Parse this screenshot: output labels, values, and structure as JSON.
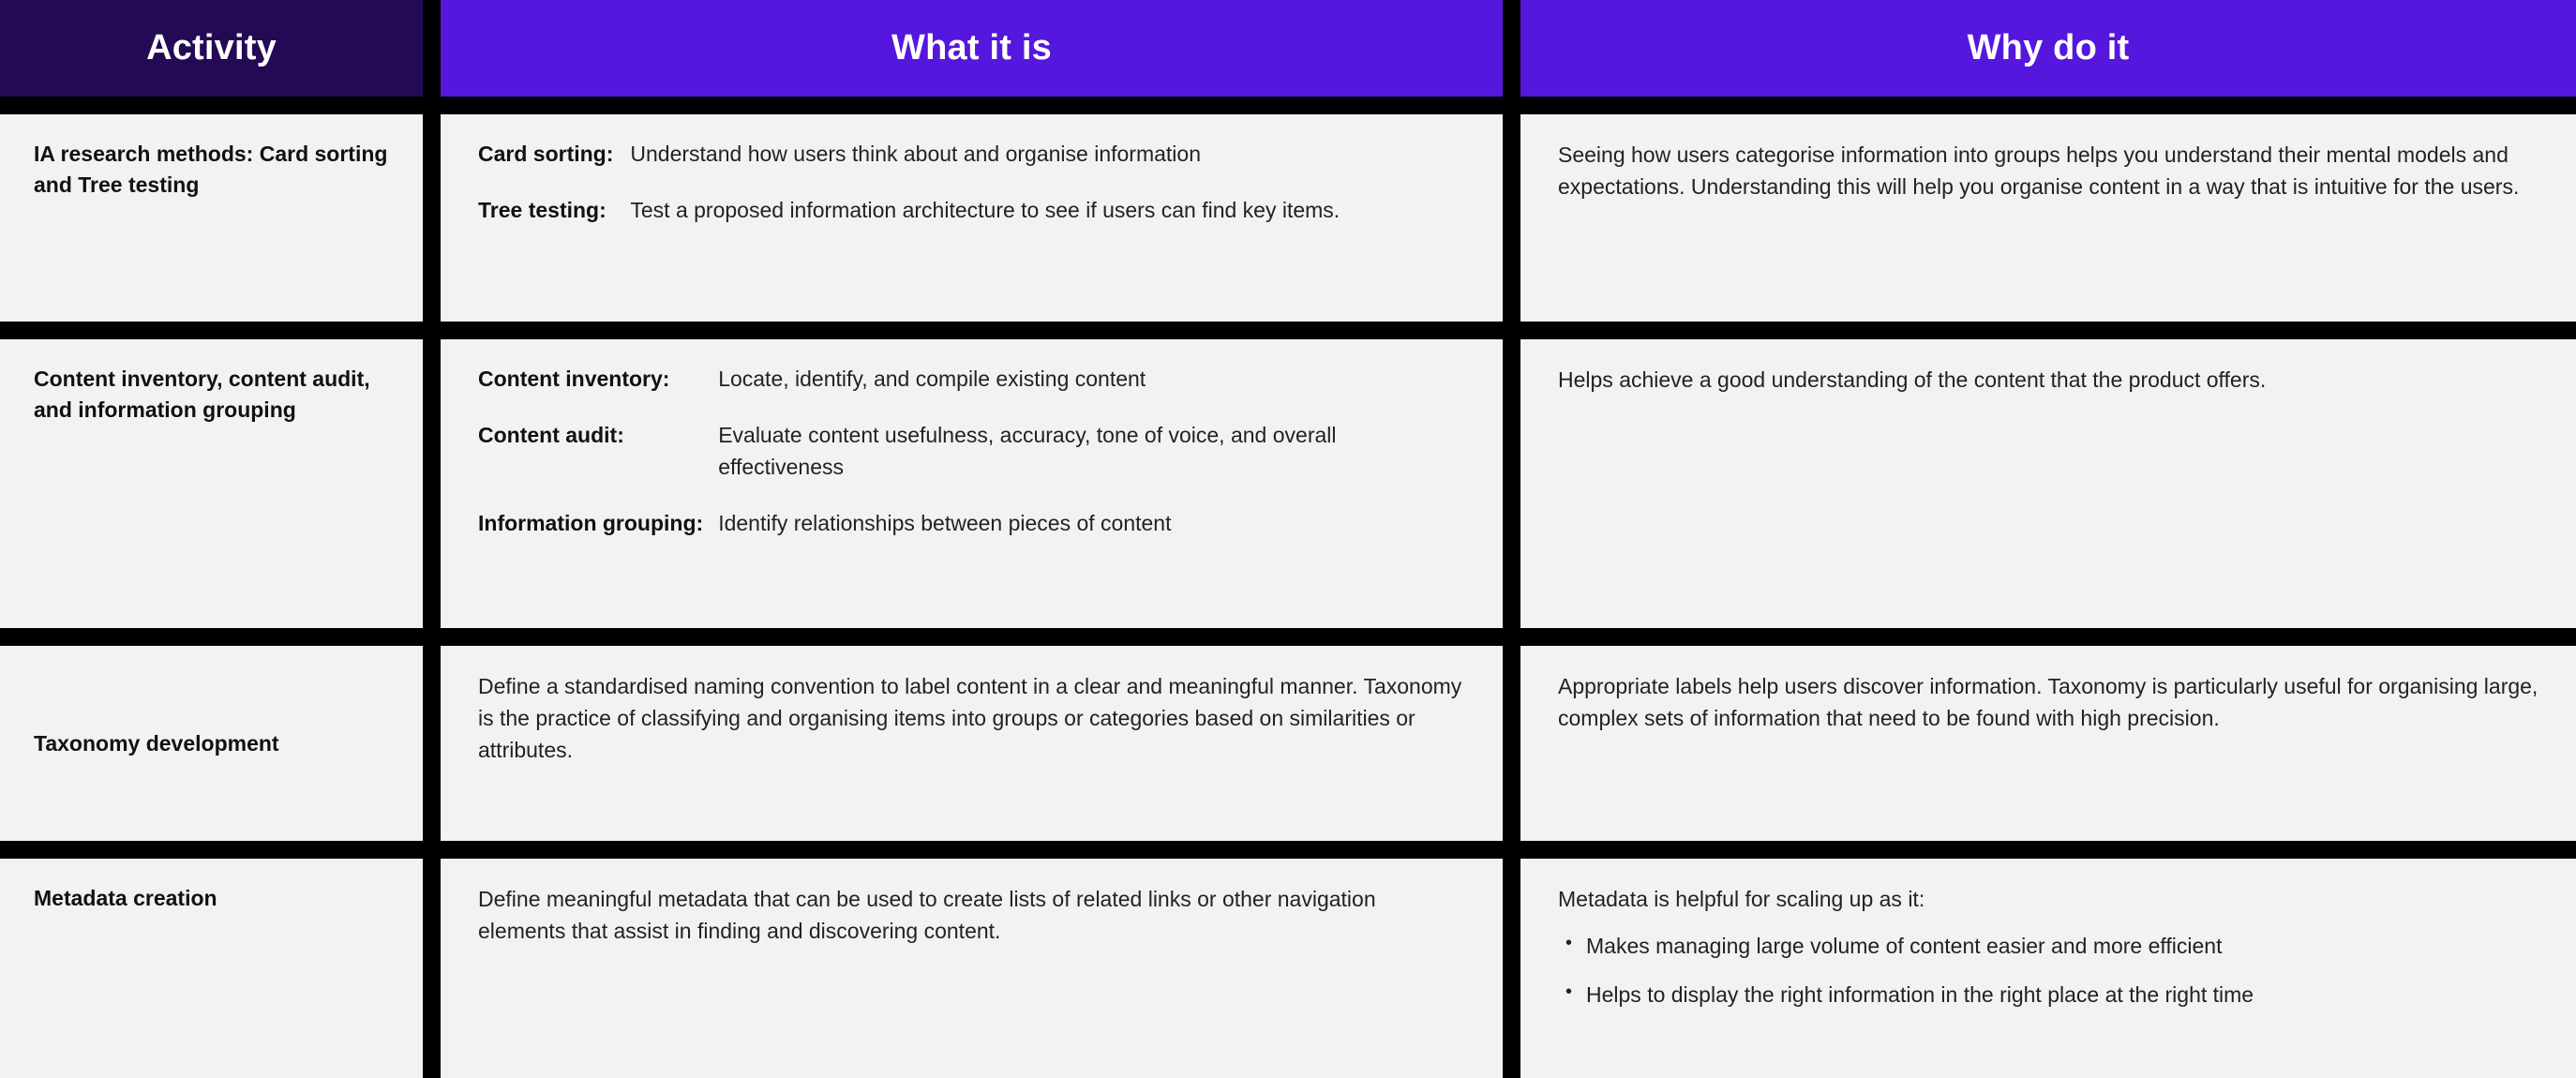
{
  "table": {
    "headers": [
      {
        "label": "Activity",
        "bg": "#240a54"
      },
      {
        "label": "What it is",
        "bg": "#5517dd"
      },
      {
        "label": "Why do it",
        "bg": "#5517dd"
      }
    ],
    "colors": {
      "header_dark_purple": "#240a54",
      "header_purple": "#5517dd",
      "cell_background": "#f2f2f2",
      "grid_lines": "#000000",
      "heading_text": "#ffffff",
      "body_text": "#222222"
    },
    "rows": [
      {
        "activity": "IA research methods: Card sorting and Tree testing",
        "what_it_is": {
          "type": "definitions",
          "items": [
            {
              "term": "Card sorting:",
              "definition": "Understand how users think about and organise information"
            },
            {
              "term": "Tree testing:",
              "definition": "Test a proposed information architecture to see if users can find key items."
            }
          ]
        },
        "why_do_it": {
          "type": "paragraphs",
          "paragraphs": [
            "Seeing how users categorise information into groups helps you understand their mental models and expectations. Understanding this will help you organise content in a way that is intuitive for the users."
          ]
        }
      },
      {
        "activity": "Content inventory, content audit, and information grouping",
        "what_it_is": {
          "type": "definitions",
          "items": [
            {
              "term": "Content inventory:",
              "definition": "Locate, identify, and compile existing content"
            },
            {
              "term": "Content audit:",
              "definition": "Evaluate content usefulness, accuracy, tone of voice, and overall effectiveness"
            },
            {
              "term": "Information grouping:",
              "definition": "Identify relationships between pieces of content"
            }
          ]
        },
        "why_do_it": {
          "type": "paragraphs",
          "paragraphs": [
            "Helps achieve a good understanding of the content that the product offers."
          ]
        }
      },
      {
        "activity": "Taxonomy development",
        "what_it_is": {
          "type": "paragraphs",
          "paragraphs": [
            "Define a standardised naming convention to label content in a clear and meaningful manner. Taxonomy is the practice of classifying and organising items into groups or categories based on similarities or attributes."
          ]
        },
        "why_do_it": {
          "type": "paragraphs",
          "paragraphs": [
            "Appropriate labels help users discover information. Taxonomy is particularly useful for organising large, complex sets of information that need to be found with high precision."
          ]
        }
      },
      {
        "activity": "Metadata creation",
        "what_it_is": {
          "type": "paragraphs",
          "paragraphs": [
            "Define meaningful metadata that can be used to create lists of related links or other navigation elements that assist in finding and discovering content."
          ]
        },
        "why_do_it": {
          "type": "paragraph_with_bullets",
          "lead": "Metadata is helpful for scaling up as it:",
          "bullets": [
            "Makes managing large volume of content easier and more efficient",
            "Helps to display the right information in the right place at the right time"
          ]
        }
      }
    ]
  }
}
